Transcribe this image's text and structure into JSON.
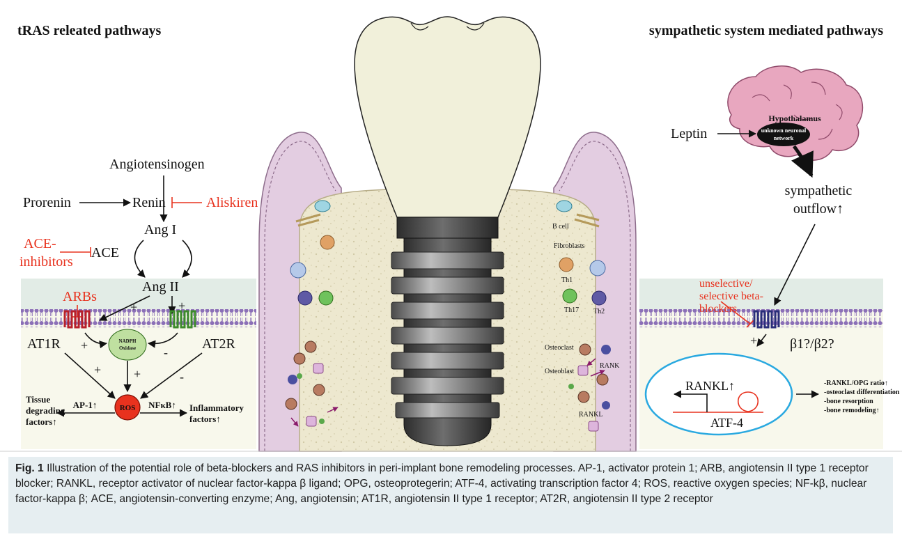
{
  "left_panel": {
    "title": "tRAS releated pathways",
    "angiotensinogen": "Angiotensinogen",
    "prorenin": "Prorenin",
    "renin": "Renin",
    "aliskiren": "Aliskiren",
    "ang1": "Ang I",
    "ace_inhibitors_line1": "ACE-",
    "ace_inhibitors_line2": "inhibitors",
    "ace": "ACE",
    "ang2": "Ang II",
    "arbs": "ARBs",
    "at1r": "AT1R",
    "at2r": "AT2R",
    "nadph_line1": "NADPH",
    "nadph_line2": "Oxidase",
    "ros": "ROS",
    "ap1": "AP-1↑",
    "nfkb": "NFκB↑",
    "tissue_line1": "Tissue",
    "tissue_line2": "degrading",
    "tissue_line3": "factors↑",
    "inflam_line1": "Inflammatory",
    "inflam_line2": "factors↑",
    "plus": "+",
    "minus": "-"
  },
  "center_panel": {
    "b_cell": "B cell",
    "fibroblasts": "Fibroblasts",
    "th1": "Th1",
    "th17": "Th17",
    "th2": "Th2",
    "osteoclast": "Osteoclast",
    "osteoblast": "Osteoblast",
    "rank": "RANK",
    "rankl": "RANKL"
  },
  "right_panel": {
    "title": "sympathetic system mediated pathways",
    "hypothalamus": "Hypothalamus",
    "network_line1": "unknown neuronal",
    "network_line2": "network",
    "leptin": "Leptin",
    "outflow_line1": "sympathetic",
    "outflow_line2": "outflow↑",
    "blockers_line1": "unselective/",
    "blockers_line2": "selective beta-",
    "blockers_line3": "blockers",
    "beta": "β1?/β2?",
    "rankl": "RANKL↑",
    "atf4": "ATF-4",
    "eff1": "-RANKL/OPG ratio↑",
    "eff2": "-osteoclast differentiation",
    "eff3": "-bone resorption",
    "eff4": "-bone remodeling↑",
    "plus": "+"
  },
  "caption": {
    "label": "Fig. 1",
    "text": " Illustration of the potential role of beta-blockers and RAS inhibitors in peri-implant bone remodeling processes. AP-1, activator protein 1; ARB, angiotensin II type 1 receptor blocker; RANKL, receptor activator of nuclear factor-kappa β ligand; OPG, osteoprotegerin; ATF-4, activating transcription factor 4; ROS, reactive oxygen species; NF-kβ, nuclear factor-kappa β; ACE, angiotensin-converting enzyme; Ang, angiotensin; AT1R, angiotensin II type 1 receptor; AT2R, angiotensin II type 2 receptor"
  },
  "colors": {
    "red_label": "#e8321e",
    "membrane_bg": "#e2ece6",
    "cytoplasm_bg": "#f8f8ec",
    "gum": "#e3cde1",
    "bone": "#ede8cf",
    "crown": "#f1f0da",
    "ros_fill": "#e8321e",
    "nadph_fill": "#bfe0a0",
    "brain": "#e8a7bf",
    "nucleus_border": "#2aa9e0"
  }
}
